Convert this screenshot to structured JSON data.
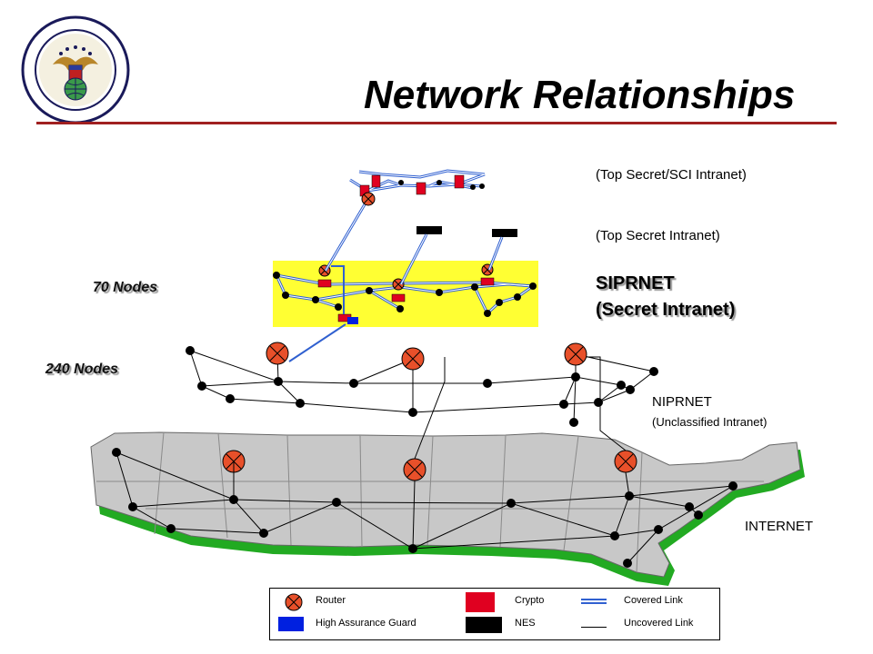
{
  "header": {
    "title": "Network Relationships",
    "rule_color": "#a02020"
  },
  "labels": {
    "ts_sci": "(Top Secret/SCI Intranet)",
    "ts": "(Top Secret Intranet)",
    "siprnet": "SIPRNET",
    "siprnet_sub": "(Secret Intranet)",
    "nodes_70": "70 Nodes",
    "nodes_240": "240 Nodes",
    "niprnet": "NIPRNET",
    "niprnet_sub": "(Unclassified Intranet)",
    "internet": "INTERNET"
  },
  "legend": {
    "router": "Router",
    "hag": "High Assurance Guard",
    "crypto": "Crypto",
    "nes": "NES",
    "covered": "Covered Link",
    "uncovered": "Uncovered Link"
  },
  "colors": {
    "router": "#e8502a",
    "crypto": "#e00020",
    "hag": "#0020e0",
    "nes": "#000000",
    "siprnet_band": "#ffff33",
    "map_fill": "#c8c8c8",
    "map_edge": "#22aa22",
    "covered_link": "#3060d0"
  },
  "icons": {
    "seal": "dod-agency-seal-icon",
    "router": "router-icon",
    "crypto": "crypto-icon",
    "hag": "high-assurance-guard-icon",
    "nes": "nes-icon"
  }
}
